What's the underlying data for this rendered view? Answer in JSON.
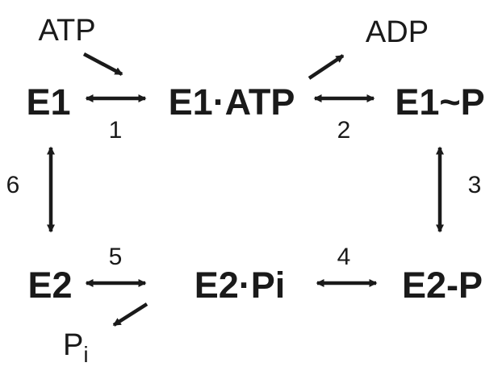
{
  "states": {
    "e1": "E1",
    "e1_atp": "E1·ATP",
    "e1_p": "E1~P",
    "e2_p": "E2-P",
    "e2_pi": "E2·Pi",
    "e2": "E2"
  },
  "steps": {
    "s1": "1",
    "s2": "2",
    "s3": "3",
    "s4": "4",
    "s5": "5",
    "s6": "6"
  },
  "species": {
    "atp": "ATP",
    "adp": "ADP",
    "pi_main": "P",
    "pi_sub": "i"
  },
  "colors": {
    "ink": "#1a1a1a",
    "background": "#ffffff"
  }
}
